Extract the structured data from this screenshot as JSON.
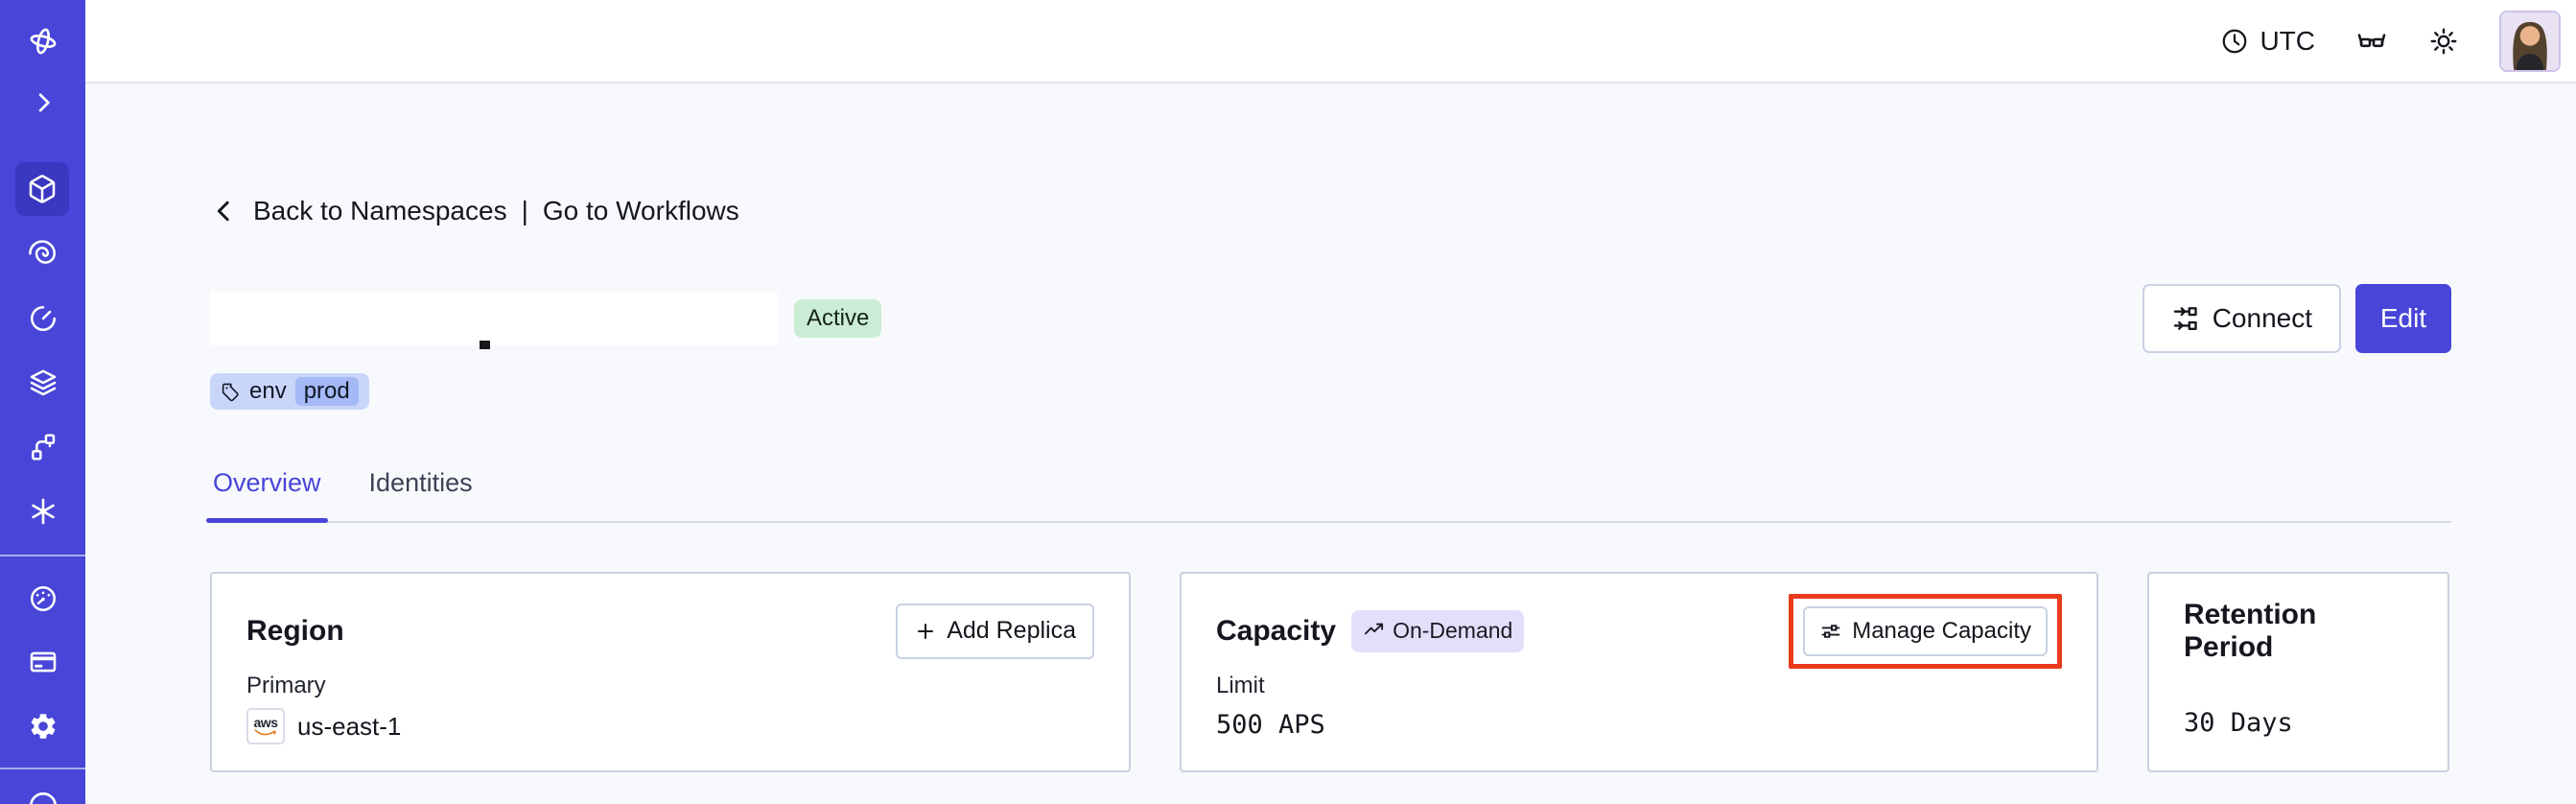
{
  "colors": {
    "accent_indigo": "#4845D8",
    "sidebar_active_bg": "#3A37C1",
    "status_active_bg": "#CBEDD5",
    "tag_bg": "#C9D6FA",
    "tag_inner_bg": "#A4B9F5",
    "ondemand_bg": "#E5DEFB",
    "annotation_red": "#EA3A1C",
    "page_bg": "#F8F9FC",
    "card_border": "#CAD1E0"
  },
  "sidebar": {
    "items": [
      {
        "icon": "temporal-logo-icon",
        "active": false
      },
      {
        "icon": "chevron-right-icon",
        "active": false
      },
      {
        "icon": "cube-icon",
        "active": true
      },
      {
        "icon": "spiral-icon",
        "active": false
      },
      {
        "icon": "timer-icon",
        "active": false
      },
      {
        "icon": "layers-icon",
        "active": false
      },
      {
        "icon": "branch-icon",
        "active": false
      },
      {
        "icon": "asterisk-icon",
        "active": false
      },
      {
        "icon": "gauge-icon",
        "active": false
      },
      {
        "icon": "billing-card-icon",
        "active": false
      },
      {
        "icon": "gear-icon",
        "active": false
      },
      {
        "icon": "circle-icon",
        "active": false
      }
    ]
  },
  "header": {
    "timezone": "UTC",
    "icons": [
      "clock-icon",
      "glasses-icon",
      "sun-icon",
      "avatar"
    ]
  },
  "breadcrumb": {
    "back": "Back to Namespaces",
    "separator": "|",
    "forward": "Go to Workflows"
  },
  "namespace": {
    "status": "Active",
    "tag": {
      "key": "env",
      "value": "prod"
    }
  },
  "actions": {
    "connect": "Connect",
    "edit": "Edit"
  },
  "tabs": [
    {
      "label": "Overview",
      "active": true
    },
    {
      "label": "Identities",
      "active": false
    }
  ],
  "cards": {
    "region": {
      "title": "Region",
      "button": "Add Replica",
      "label": "Primary",
      "provider": "aws",
      "value": "us-east-1"
    },
    "capacity": {
      "title": "Capacity",
      "badge": "On-Demand",
      "button": "Manage Capacity",
      "label": "Limit",
      "value": "500 APS",
      "highlighted": true
    },
    "retention": {
      "title": "Retention Period",
      "value": "30 Days"
    }
  }
}
